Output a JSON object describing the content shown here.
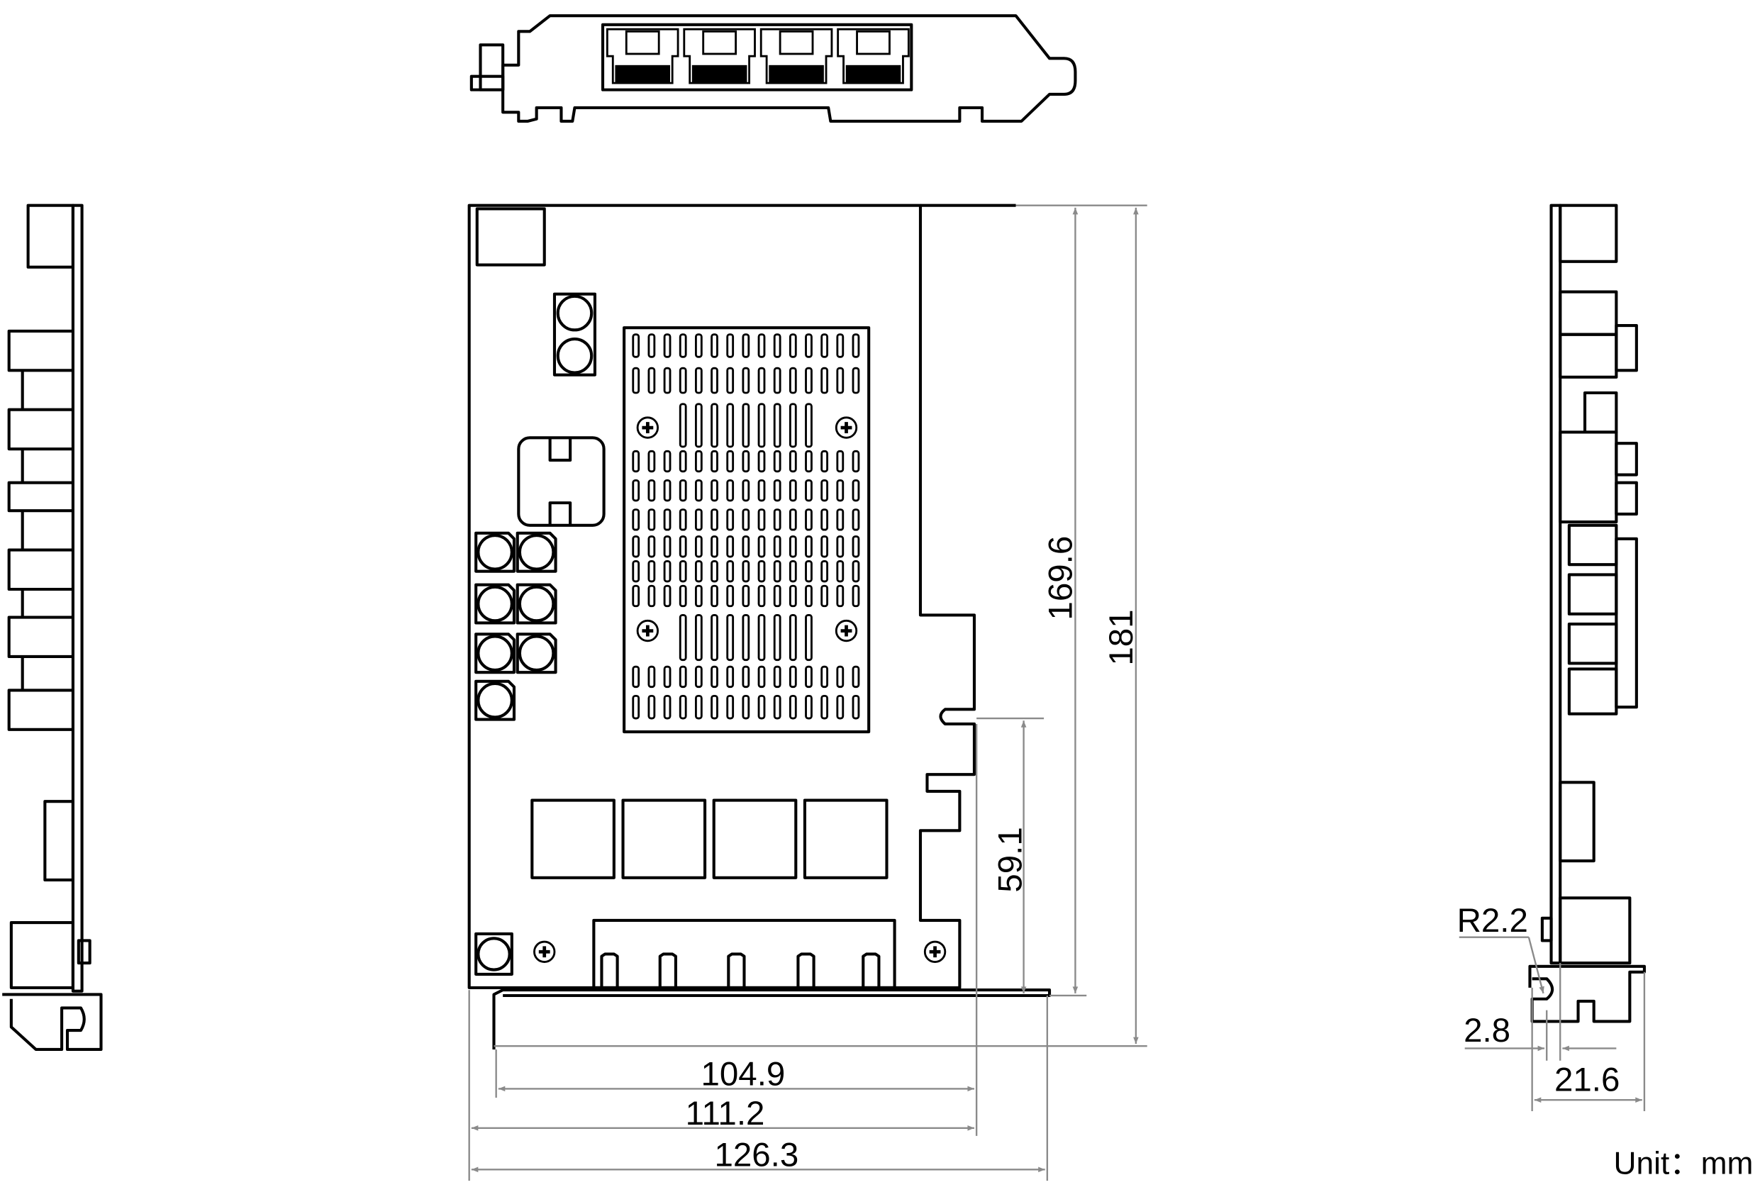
{
  "drawing": {
    "views": [
      "top-bracket-view",
      "left-side-view",
      "front-view",
      "right-side-view"
    ],
    "port_count": 4,
    "dimensions": {
      "height_board": "169.6",
      "height_total": "181",
      "connector_height": "59.1",
      "width_board": "104.9",
      "width_mid": "111.2",
      "width_total": "126.3",
      "radius": "R2.2",
      "offset": "2.8",
      "depth": "21.6"
    },
    "unit_label": "Unit：mm",
    "colors": {
      "line": "#000000",
      "dimension": "#8a8a8a"
    }
  }
}
